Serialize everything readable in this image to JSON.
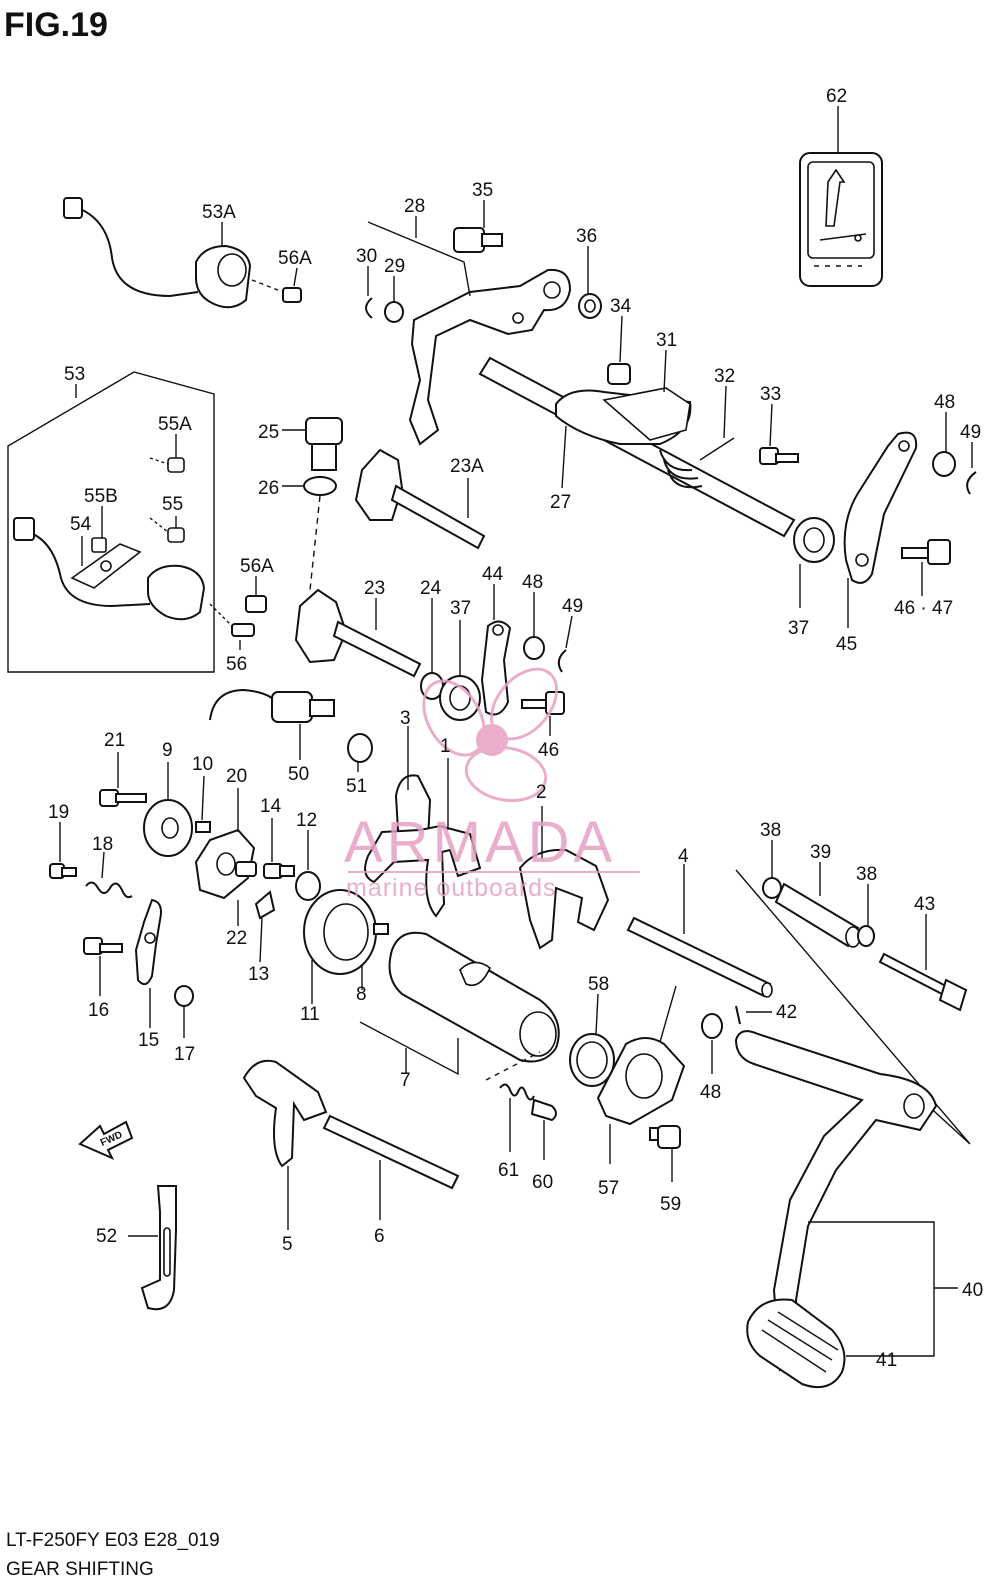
{
  "figure": {
    "title": "FIG.19"
  },
  "footer": {
    "model_code": "LT-F250FY E03 E28_019",
    "section": "GEAR SHIFTING"
  },
  "watermark": {
    "brand": "ARMADA",
    "tagline": "marine outboards",
    "color": "#e6a0c4"
  },
  "fwd_arrow": {
    "label": "FWD"
  },
  "labels": [
    {
      "key": "1",
      "text": "1"
    },
    {
      "key": "2",
      "text": "2"
    },
    {
      "key": "3",
      "text": "3"
    },
    {
      "key": "4",
      "text": "4"
    },
    {
      "key": "5",
      "text": "5"
    },
    {
      "key": "6",
      "text": "6"
    },
    {
      "key": "7",
      "text": "7"
    },
    {
      "key": "8",
      "text": "8"
    },
    {
      "key": "9",
      "text": "9"
    },
    {
      "key": "10",
      "text": "10"
    },
    {
      "key": "11",
      "text": "11"
    },
    {
      "key": "12",
      "text": "12"
    },
    {
      "key": "13",
      "text": "13"
    },
    {
      "key": "14",
      "text": "14"
    },
    {
      "key": "15",
      "text": "15"
    },
    {
      "key": "16",
      "text": "16"
    },
    {
      "key": "17",
      "text": "17"
    },
    {
      "key": "18",
      "text": "18"
    },
    {
      "key": "19",
      "text": "19"
    },
    {
      "key": "20",
      "text": "20"
    },
    {
      "key": "21",
      "text": "21"
    },
    {
      "key": "22",
      "text": "22"
    },
    {
      "key": "23",
      "text": "23"
    },
    {
      "key": "23A",
      "text": "23A"
    },
    {
      "key": "24",
      "text": "24"
    },
    {
      "key": "25",
      "text": "25"
    },
    {
      "key": "26",
      "text": "26"
    },
    {
      "key": "27",
      "text": "27"
    },
    {
      "key": "28",
      "text": "28"
    },
    {
      "key": "29",
      "text": "29"
    },
    {
      "key": "30",
      "text": "30"
    },
    {
      "key": "31",
      "text": "31"
    },
    {
      "key": "32",
      "text": "32"
    },
    {
      "key": "33",
      "text": "33"
    },
    {
      "key": "34",
      "text": "34"
    },
    {
      "key": "35",
      "text": "35"
    },
    {
      "key": "36",
      "text": "36"
    },
    {
      "key": "37a",
      "text": "37"
    },
    {
      "key": "37b",
      "text": "37"
    },
    {
      "key": "38a",
      "text": "38"
    },
    {
      "key": "38b",
      "text": "38"
    },
    {
      "key": "39",
      "text": "39"
    },
    {
      "key": "40",
      "text": "40"
    },
    {
      "key": "41",
      "text": "41"
    },
    {
      "key": "42",
      "text": "42"
    },
    {
      "key": "43",
      "text": "43"
    },
    {
      "key": "44",
      "text": "44"
    },
    {
      "key": "45",
      "text": "45"
    },
    {
      "key": "46a",
      "text": "46"
    },
    {
      "key": "46-47",
      "text": "46 · 47"
    },
    {
      "key": "48a",
      "text": "48"
    },
    {
      "key": "48b",
      "text": "48"
    },
    {
      "key": "48c",
      "text": "48"
    },
    {
      "key": "49a",
      "text": "49"
    },
    {
      "key": "49b",
      "text": "49"
    },
    {
      "key": "50",
      "text": "50"
    },
    {
      "key": "51",
      "text": "51"
    },
    {
      "key": "52",
      "text": "52"
    },
    {
      "key": "53",
      "text": "53"
    },
    {
      "key": "53A",
      "text": "53A"
    },
    {
      "key": "54",
      "text": "54"
    },
    {
      "key": "55",
      "text": "55"
    },
    {
      "key": "55A",
      "text": "55A"
    },
    {
      "key": "55B",
      "text": "55B"
    },
    {
      "key": "56",
      "text": "56"
    },
    {
      "key": "56Aa",
      "text": "56A"
    },
    {
      "key": "56Ab",
      "text": "56A"
    },
    {
      "key": "57",
      "text": "57"
    },
    {
      "key": "58",
      "text": "58"
    },
    {
      "key": "59",
      "text": "59"
    },
    {
      "key": "60",
      "text": "60"
    },
    {
      "key": "61",
      "text": "61"
    },
    {
      "key": "62",
      "text": "62"
    }
  ]
}
